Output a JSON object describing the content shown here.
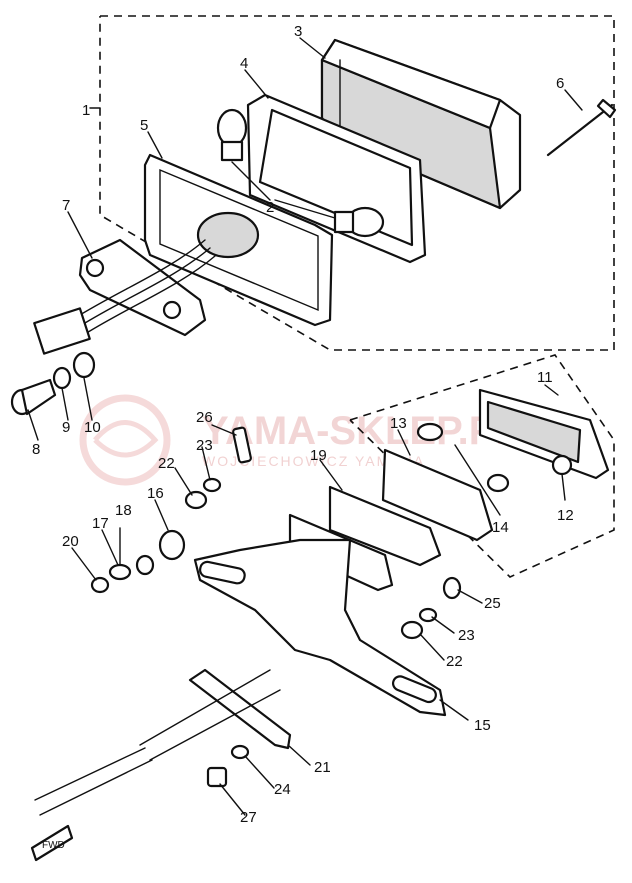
{
  "diagram": {
    "watermark": {
      "brand": "YAMA-SKLEP.PL",
      "subtext": "WOJCIECHOWICZ YAMAHA"
    },
    "direction_marker": "FWD",
    "callouts": [
      "1",
      "2",
      "3",
      "4",
      "5",
      "6",
      "7",
      "8",
      "9",
      "10",
      "11",
      "12",
      "13",
      "14",
      "15",
      "16",
      "17",
      "18",
      "19",
      "20",
      "21",
      "22",
      "23",
      "24",
      "25",
      "26",
      "27"
    ],
    "callouts_repeat": {
      "c2b": "2",
      "c22b": "22",
      "c23b": "23"
    }
  }
}
